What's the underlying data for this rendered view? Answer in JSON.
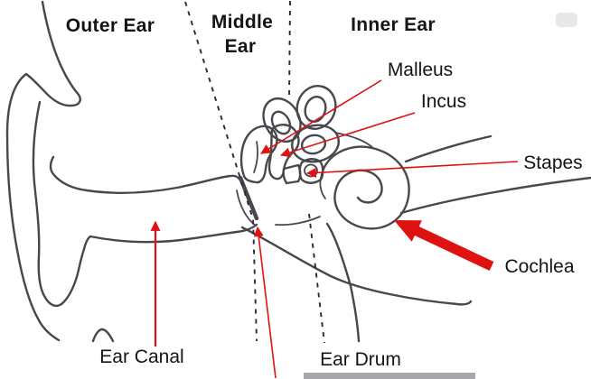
{
  "colors": {
    "background": "#ffffff",
    "line": "#47474e",
    "dash": "#2b2b30",
    "accent": "#df1111",
    "text": "#141414",
    "artifact": "#98989e"
  },
  "diagram": {
    "regions": {
      "outer_ear": "Outer Ear",
      "middle_ear_line1": "Middle",
      "middle_ear_line2": "Ear",
      "inner_ear": "Inner Ear"
    },
    "parts": {
      "malleus": "Malleus",
      "incus": "Incus",
      "stapes": "Stapes",
      "cochlea": "Cochlea",
      "ear_canal": "Ear Canal",
      "ear_drum": "Ear Drum"
    }
  }
}
